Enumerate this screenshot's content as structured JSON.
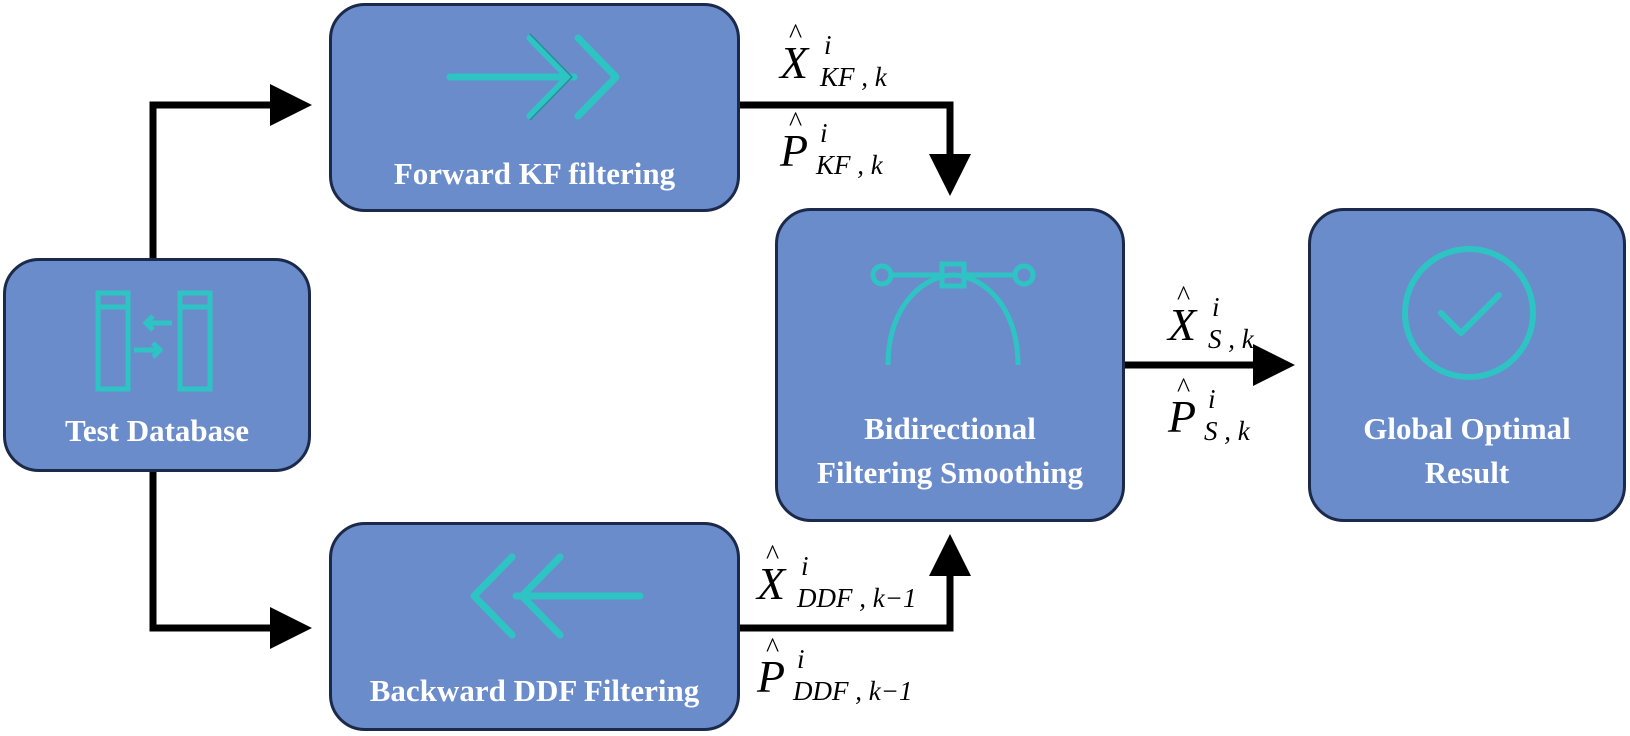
{
  "nodes": {
    "test_database": {
      "label": "Test Database",
      "icon": "database-compare-icon"
    },
    "forward_kf": {
      "label": "Forward KF filtering",
      "icon": "double-arrow-right-icon"
    },
    "backward_ddf": {
      "label": "Backward DDF Filtering",
      "icon": "double-arrow-left-icon"
    },
    "smoothing": {
      "label_line1": "Bidirectional",
      "label_line2": "Filtering Smoothing",
      "icon": "bezier-curve-icon"
    },
    "result": {
      "label_line1": "Global Optimal",
      "label_line2": "Result",
      "icon": "check-circle-icon"
    }
  },
  "edge_labels": {
    "kf_x": {
      "base": "X",
      "sup": "i",
      "sub": "KF , k"
    },
    "kf_p": {
      "base": "P",
      "sup": "i",
      "sub": "KF , k"
    },
    "ddf_x": {
      "base": "X",
      "sup": "i",
      "sub": "DDF , k−1"
    },
    "ddf_p": {
      "base": "P",
      "sup": "i",
      "sub": "DDF , k−1"
    },
    "s_x": {
      "base": "X",
      "sup": "i",
      "sub": "S , k"
    },
    "s_p": {
      "base": "P",
      "sup": "i",
      "sub": "S , k"
    }
  },
  "colors": {
    "box_fill": "#6a8ccb",
    "box_border": "#1b2a4a",
    "icon": "#2ec4c4",
    "arrow": "#000000",
    "text": "#ffffff"
  }
}
